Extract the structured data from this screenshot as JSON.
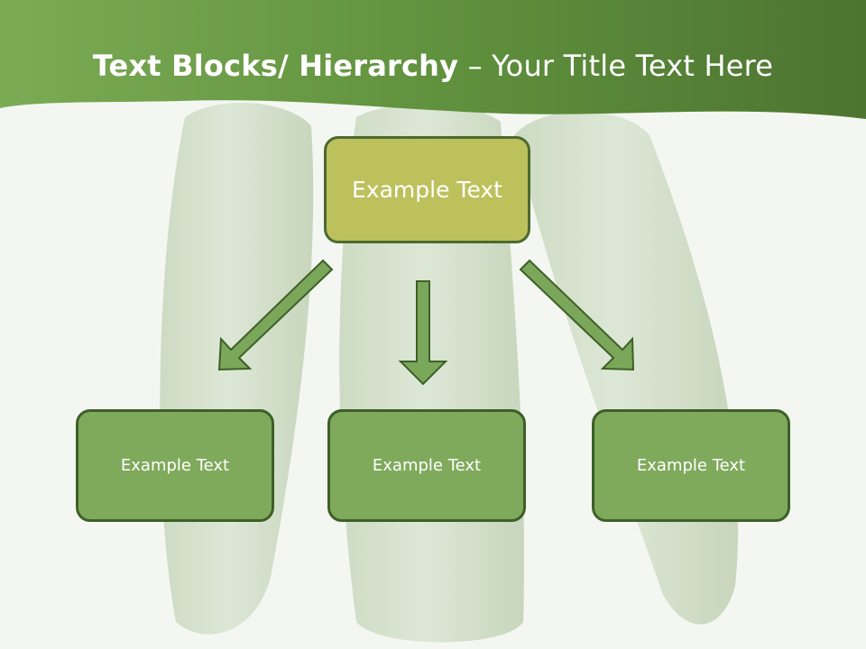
{
  "slide": {
    "title_bold": "Text Blocks/ Hierarchy",
    "title_rest": " – Your Title Text Here",
    "top_box": "Example Text",
    "children": [
      "Example Text",
      "Example Text",
      "Example Text"
    ]
  },
  "colors": {
    "banner": "#5f8f3f",
    "top_box_fill": "#bcc15c",
    "child_box_fill": "#7faa5c",
    "arrow_fill": "#7aa75a",
    "outline": "#3e5f28"
  }
}
